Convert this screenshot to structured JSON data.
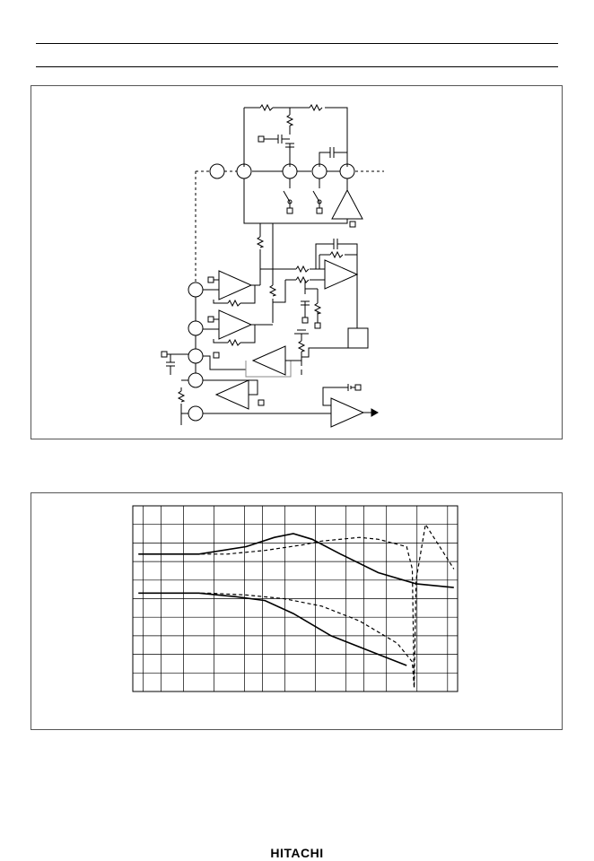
{
  "footer": {
    "brand": "HITACHI"
  },
  "chart_data": {
    "type": "line",
    "x_scale": "log",
    "grid": true,
    "series": [
      {
        "style": "solid-upper",
        "points": [
          [
            0.03,
            0.7
          ],
          [
            0.35,
            0.7
          ],
          [
            0.6,
            0.9
          ],
          [
            0.75,
            1.15
          ],
          [
            0.85,
            1.25
          ],
          [
            0.95,
            1.1
          ],
          [
            1.1,
            0.7
          ],
          [
            1.3,
            0.2
          ],
          [
            1.5,
            -0.1
          ],
          [
            1.7,
            -0.2
          ]
        ]
      },
      {
        "style": "dashed-upper",
        "points": [
          [
            0.03,
            0.7
          ],
          [
            0.5,
            0.7
          ],
          [
            0.7,
            0.8
          ],
          [
            0.9,
            0.95
          ],
          [
            1.0,
            1.05
          ],
          [
            1.2,
            1.15
          ],
          [
            1.3,
            1.1
          ],
          [
            1.45,
            0.9
          ],
          [
            1.48,
            0.3
          ],
          [
            1.49,
            -2.9
          ],
          [
            1.5,
            0.0
          ],
          [
            1.55,
            1.5
          ],
          [
            1.65,
            0.7
          ],
          [
            1.7,
            0.3
          ]
        ]
      },
      {
        "style": "solid-lower",
        "points": [
          [
            0.03,
            -0.35
          ],
          [
            0.35,
            -0.35
          ],
          [
            0.55,
            -0.45
          ],
          [
            0.7,
            -0.55
          ],
          [
            0.85,
            -0.9
          ],
          [
            1.05,
            -1.5
          ],
          [
            1.3,
            -2.0
          ],
          [
            1.45,
            -2.3
          ]
        ]
      },
      {
        "style": "dashed-lower",
        "points": [
          [
            0.03,
            -0.35
          ],
          [
            0.4,
            -0.35
          ],
          [
            0.6,
            -0.4
          ],
          [
            0.8,
            -0.5
          ],
          [
            1.0,
            -0.7
          ],
          [
            1.2,
            -1.1
          ],
          [
            1.4,
            -1.7
          ],
          [
            1.48,
            -2.2
          ],
          [
            1.49,
            -2.9
          ]
        ]
      }
    ]
  }
}
